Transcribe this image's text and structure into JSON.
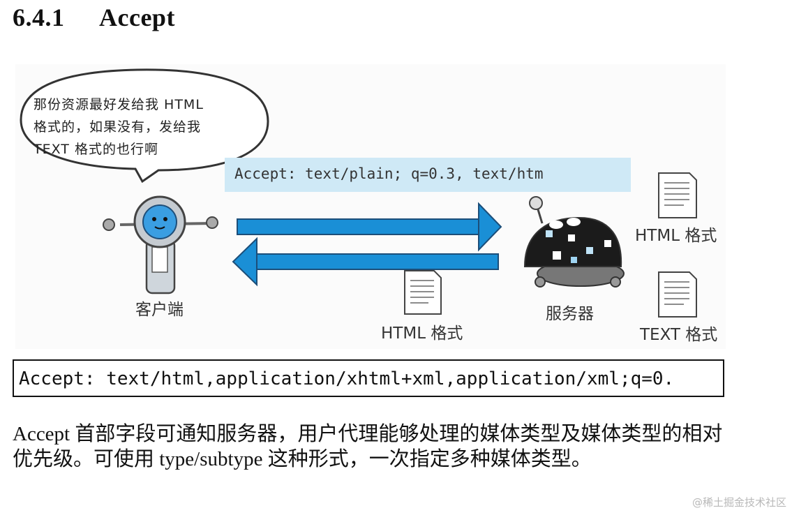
{
  "section": {
    "number": "6.4.1",
    "title": "Accept"
  },
  "figure": {
    "speech_bubble_lines": [
      "那份资源最好发给我 HTML",
      "格式的，如果没有，发给我",
      "TEXT 格式的也行啊"
    ],
    "request_header": "Accept: text/plain; q=0.3, text/htm",
    "client_label": "客户端",
    "server_label": "服务器",
    "doc_label_html_bottom": "HTML 格式",
    "doc_label_html_right": "HTML 格式",
    "doc_label_text_right": "TEXT 格式",
    "arrow_color": "#1a8fd6",
    "header_bg_color": "#cfe9f6"
  },
  "code_example": "Accept: text/html,application/xhtml+xml,application/xml;q=0.",
  "paragraph": "Accept 首部字段可通知服务器，用户代理能够处理的媒体类型及媒体类型的相对优先级。可使用 type/subtype 这种形式，一次指定多种媒体类型。",
  "watermark": "@稀土掘金技术社区"
}
